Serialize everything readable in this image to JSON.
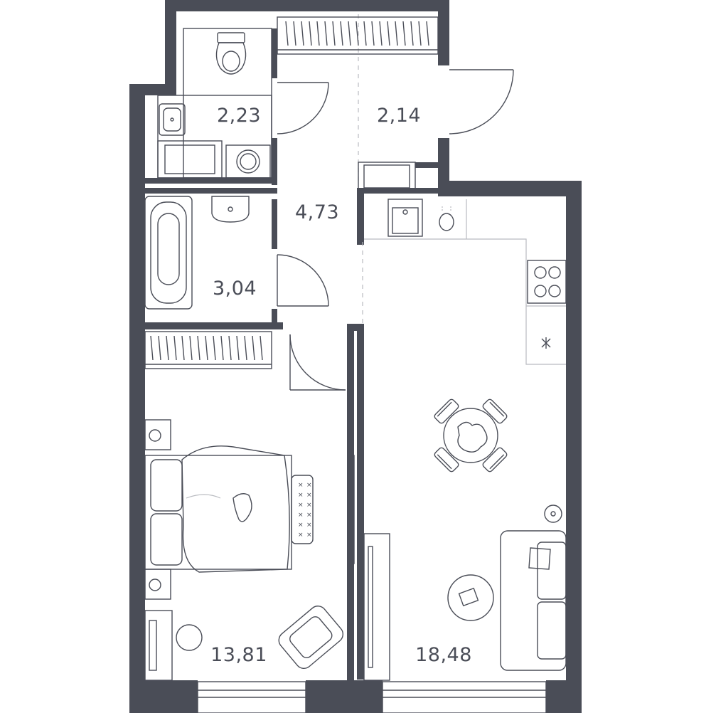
{
  "plan": {
    "colors": {
      "wall": "#4a4d57",
      "fixture": "#4a4d57",
      "light_line": "#b9bbc0",
      "background": "#ffffff"
    },
    "rooms": [
      {
        "id": "wc",
        "area": "2,23"
      },
      {
        "id": "wardrobe",
        "area": "2,14"
      },
      {
        "id": "hall",
        "area": "4,73"
      },
      {
        "id": "bathroom",
        "area": "3,04"
      },
      {
        "id": "bedroom",
        "area": "13,81"
      },
      {
        "id": "kitchen-living",
        "area": "18,48"
      }
    ],
    "icons": [
      "toilet-icon",
      "sink-icon",
      "washing-machine-icon",
      "bathtub-icon",
      "stove-icon",
      "kitchen-sink-icon",
      "double-bed-icon",
      "armchair-icon",
      "dining-table-icon",
      "sofa-icon",
      "coffee-table-icon",
      "wardrobe-icon",
      "nightstand-icon"
    ]
  }
}
